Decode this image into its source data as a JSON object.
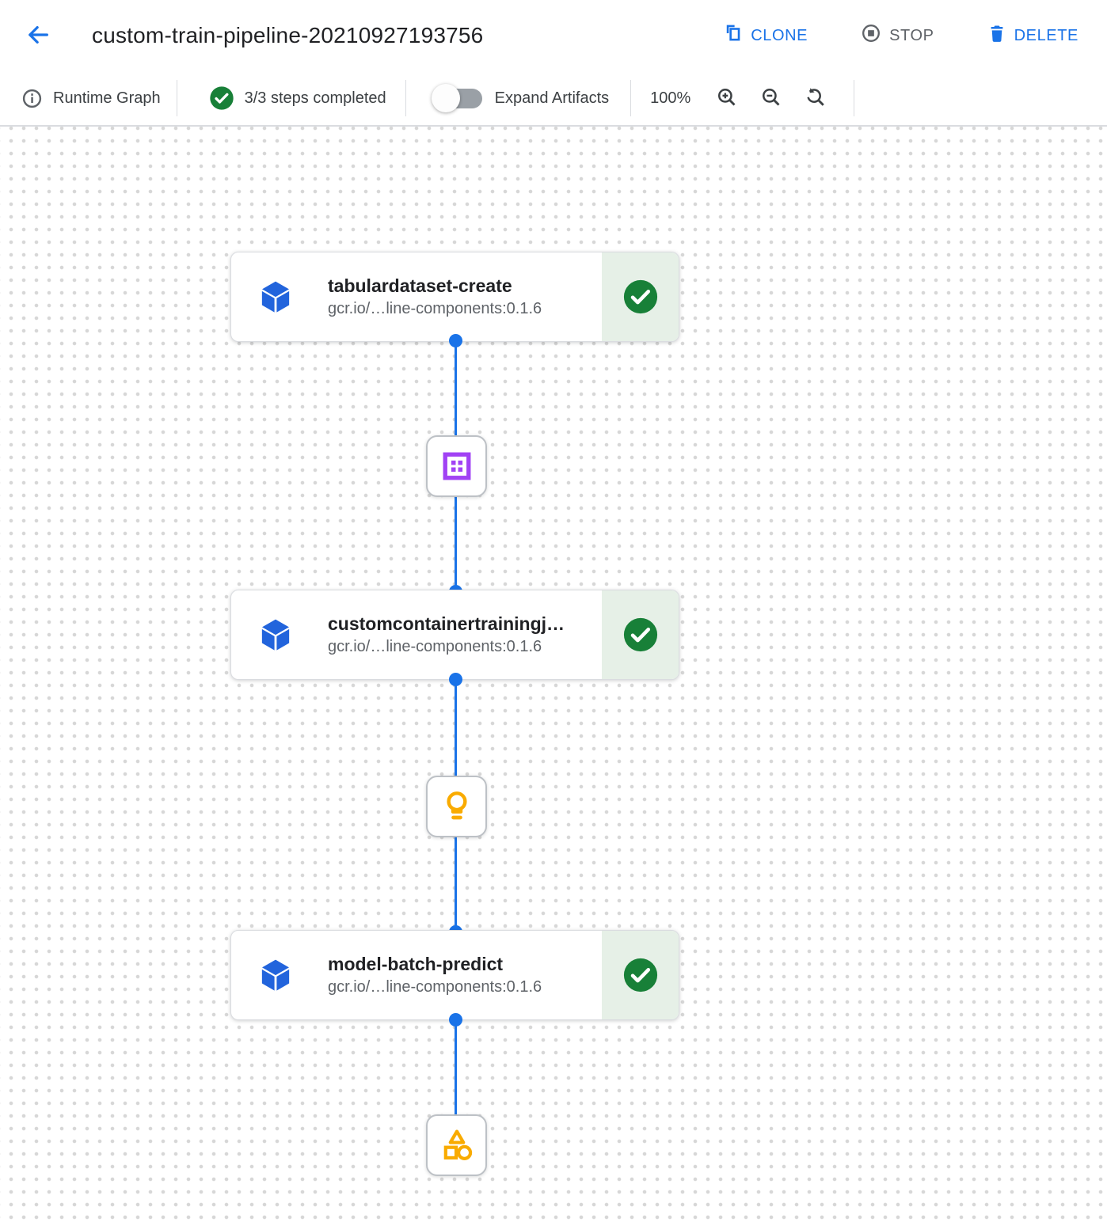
{
  "header": {
    "title": "custom-train-pipeline-20210927193756",
    "clone_label": "CLONE",
    "stop_label": "STOP",
    "delete_label": "DELETE"
  },
  "toolbar": {
    "view_label": "Runtime Graph",
    "steps_status": "3/3 steps completed",
    "expand_artifacts_label": "Expand Artifacts",
    "zoom_level": "100%"
  },
  "graph": {
    "nodes": [
      {
        "title": "tabulardataset-create",
        "subtitle": "gcr.io/…line-components:0.1.6",
        "status": "completed"
      },
      {
        "title": "customcontainertrainingj…",
        "subtitle": "gcr.io/…line-components:0.1.6",
        "status": "completed"
      },
      {
        "title": "model-batch-predict",
        "subtitle": "gcr.io/…line-components:0.1.6",
        "status": "completed"
      }
    ],
    "artifacts": [
      {
        "icon": "dataset-icon",
        "color": "#a142f4"
      },
      {
        "icon": "model-icon",
        "color": "#f9ab00"
      },
      {
        "icon": "artifact-icon",
        "color": "#f9ab00"
      }
    ]
  },
  "colors": {
    "accent_blue": "#1a73e8",
    "component_blue": "#2264dc",
    "success_green": "#188038",
    "success_bg": "#e6f0e7",
    "artifact_purple": "#a142f4",
    "artifact_yellow": "#f9ab00"
  }
}
